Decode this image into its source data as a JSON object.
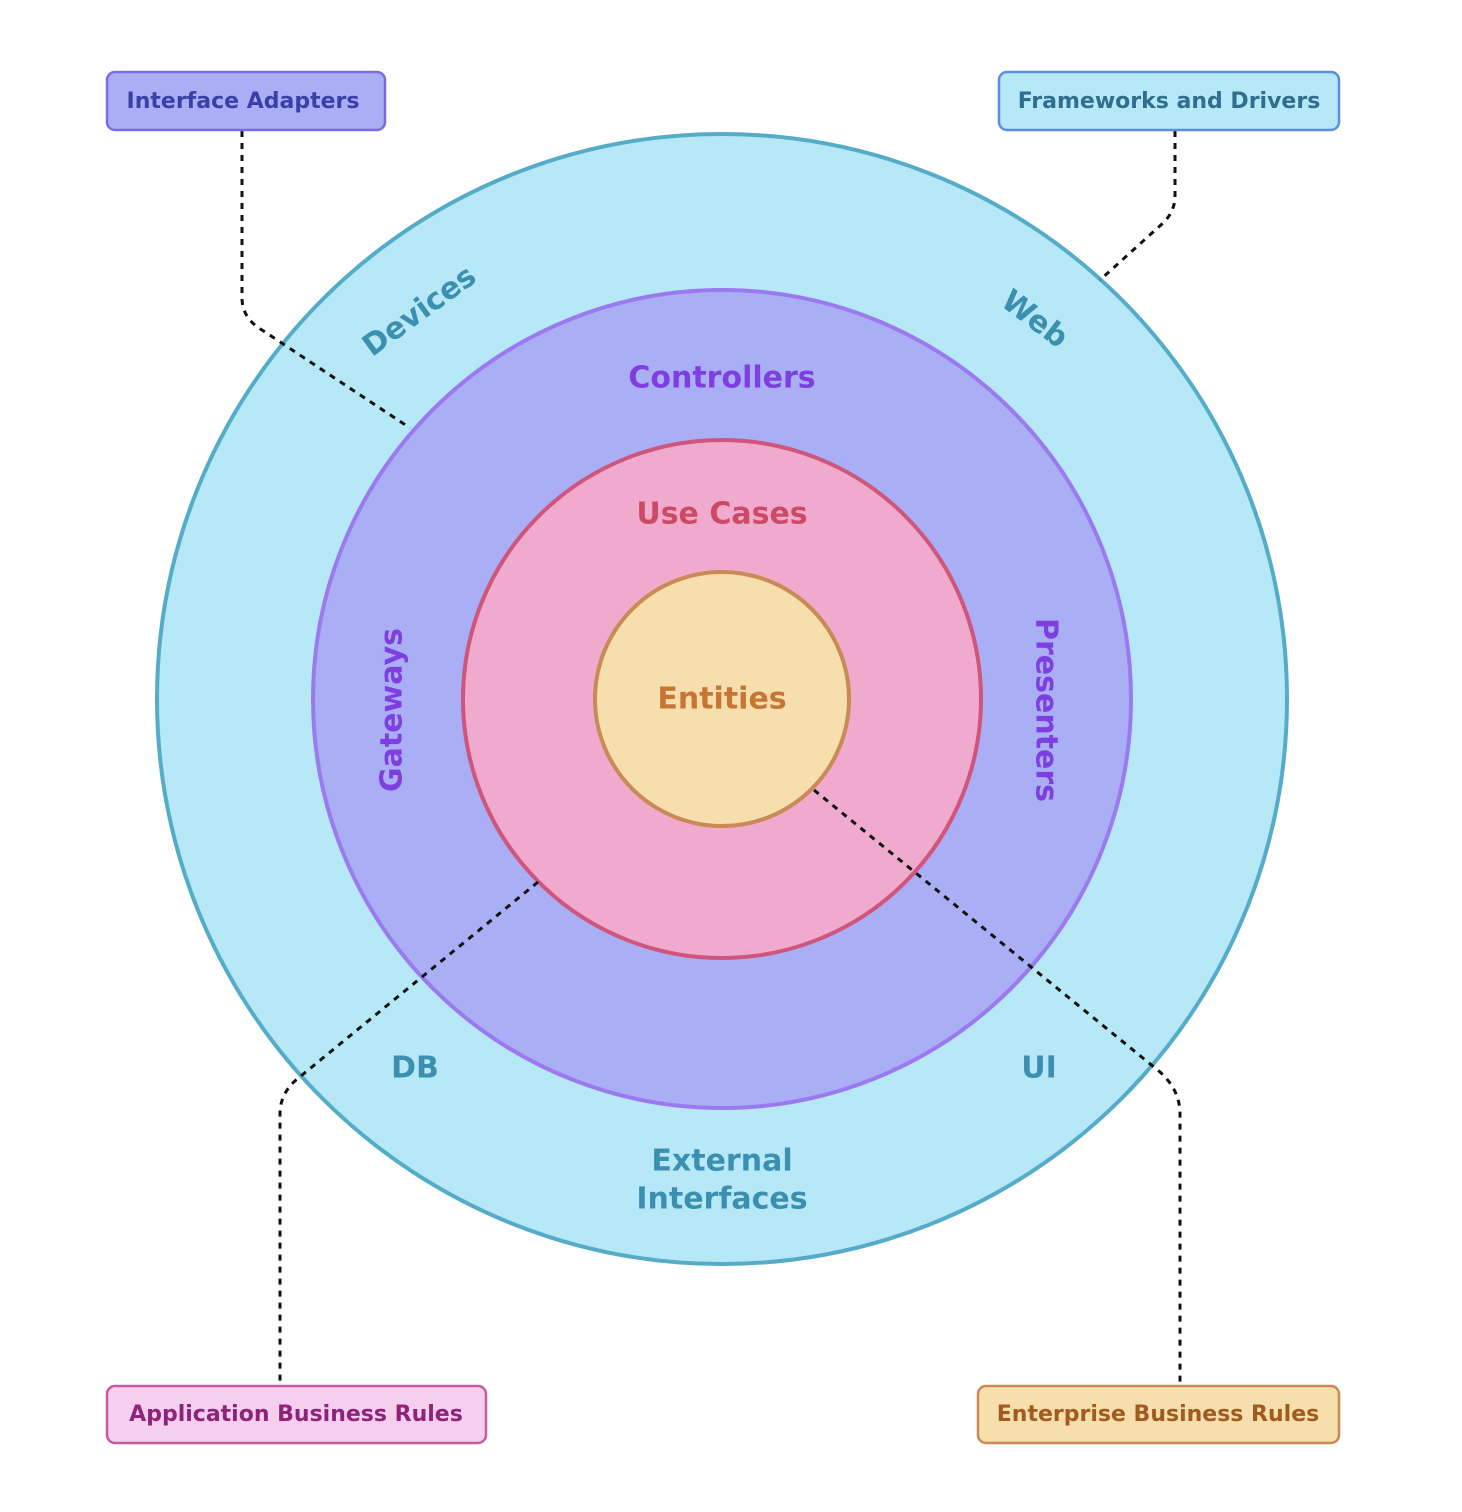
{
  "legend": {
    "interface_adapters": "Interface Adapters",
    "frameworks_and_drivers": "Frameworks and Drivers",
    "application_business_rules": "Application Business Rules",
    "enterprise_business_rules": "Enterprise Business Rules"
  },
  "rings": {
    "outer": {
      "devices": "Devices",
      "web": "Web",
      "db": "DB",
      "ui": "UI",
      "external_line1": "External",
      "external_line2": "Interfaces"
    },
    "adapters": {
      "controllers": "Controllers",
      "gateways": "Gateways",
      "presenters": "Presenters"
    },
    "use_cases": "Use Cases",
    "entities": "Entities"
  },
  "colors": {
    "outer_fill": "#b7e8f7",
    "outer_stroke": "#55acc8",
    "outer_text": "#3b8fb0",
    "adapters_fill": "#a9aef5",
    "adapters_stroke": "#9b7af0",
    "adapters_text": "#7f3ee0",
    "usecases_fill": "#f0aacd",
    "usecases_stroke": "#d0557c",
    "usecases_text": "#cc4a64",
    "entities_fill": "#f6dfac",
    "entities_stroke": "#c98a55",
    "entities_text": "#c77532",
    "legend_adapters_fill": "#a9aef5",
    "legend_adapters_stroke": "#7b6ce6",
    "legend_adapters_text": "#3b3fa8",
    "legend_frameworks_fill": "#b7e8f7",
    "legend_frameworks_stroke": "#5a8fe0",
    "legend_frameworks_text": "#2f6e8e",
    "legend_application_fill": "#f6cfee",
    "legend_application_stroke": "#c95aa0",
    "legend_application_text": "#8e2379",
    "legend_enterprise_fill": "#f6dfac",
    "legend_enterprise_stroke": "#c98a55",
    "legend_enterprise_text": "#a35a1e"
  }
}
